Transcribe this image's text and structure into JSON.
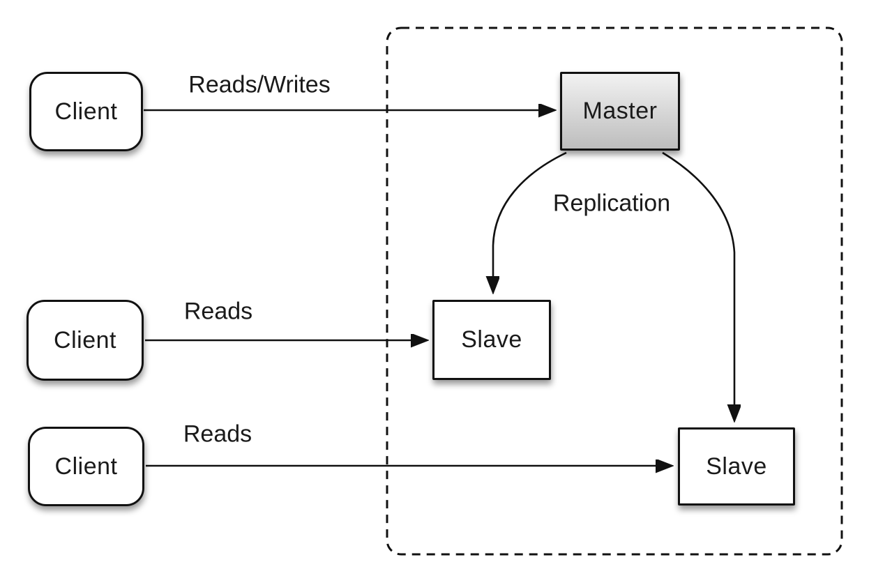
{
  "diagram": {
    "kind": "master-slave-replication-topology",
    "nodes": {
      "client1": {
        "label": "Client"
      },
      "client2": {
        "label": "Client"
      },
      "client3": {
        "label": "Client"
      },
      "master": {
        "label": "Master"
      },
      "slave1": {
        "label": "Slave"
      },
      "slave2": {
        "label": "Slave"
      },
      "boundary": {
        "style": "dashed-rounded-rectangle"
      }
    },
    "edges": {
      "client1_to_master": {
        "label": "Reads/Writes",
        "from": "client1",
        "to": "master"
      },
      "client2_to_slave1": {
        "label": "Reads",
        "from": "client2",
        "to": "slave1"
      },
      "client3_to_slave2": {
        "label": "Reads",
        "from": "client3",
        "to": "slave2"
      },
      "master_to_slaves": {
        "label": "Replication",
        "from": "master",
        "to": "slave1 & slave2"
      }
    },
    "colors": {
      "stroke": "#111111",
      "node_fill": "#ffffff",
      "master_top": "#f2f2f2",
      "master_bottom": "#bdbdbd",
      "background": "#ffffff",
      "text": "#1a1a1a"
    }
  }
}
